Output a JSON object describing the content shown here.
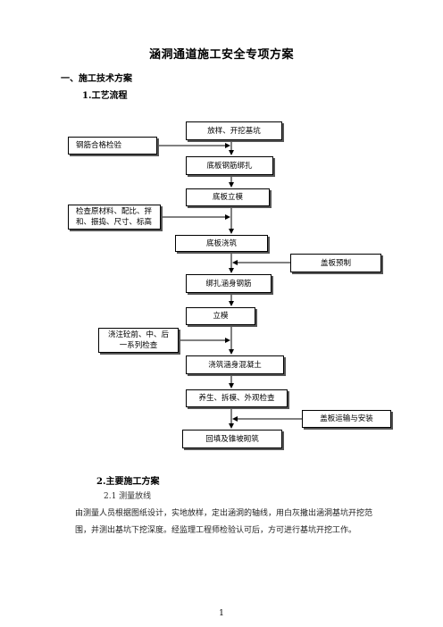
{
  "document": {
    "title": "涵洞通道施工安全专项方案",
    "section1_heading": "一、施工技术方案",
    "subsection1_heading": "1.工艺流程",
    "subsection2_heading": "2.主要施工方案",
    "subsubsection_heading": "2.1 测量放线",
    "paragraph": "由测量人员根据图纸设计，实地放样，定出涵洞的轴线，用白灰撒出涵洞基坑开挖范围，并测出基坑下挖深度。经监理工程师检验认可后，方可进行基坑开挖工作。",
    "page_number": "1"
  },
  "flowchart": {
    "main_steps": [
      "放样、开挖基坑",
      "底板钢筋绑扎",
      "底板立模",
      "底板浇筑",
      "绑扎涵身钢筋",
      "立模",
      "浇筑涵身混凝土",
      "养生、拆模、外观检查",
      "回填及锥坡砌筑"
    ],
    "side_steps": {
      "rebar_check": "钢筋合格检验",
      "material_check_line1": "检查原材料、配比、拌",
      "material_check_line2": "和、振捣、尺寸、标高",
      "cover_prefab": "盖板预制",
      "pre_pour_check_line1": "浇注砼前、中、后",
      "pre_pour_check_line2": "一系列检查",
      "cover_install": "盖板运输与安装"
    }
  }
}
